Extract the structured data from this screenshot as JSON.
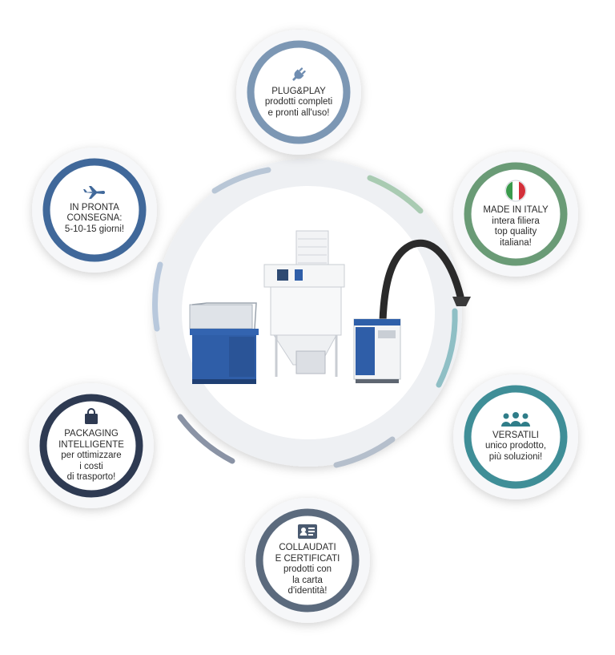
{
  "colors": {
    "plug": "#7c97b4",
    "italy": "#6a9b76",
    "versatile": "#3f8e97",
    "certified": "#5b6a7d",
    "packaging": "#2e3a52",
    "delivery": "#40689a"
  },
  "nodes": {
    "plug": {
      "text": "PLUG&PLAY\nprodotti completi\ne pronti all'uso!",
      "icon": "plug-icon"
    },
    "italy": {
      "text": "MADE IN ITALY\nintera filiera\ntop quality\nitaliana!",
      "icon": "italy-flag-icon"
    },
    "versatile": {
      "text": "VERSATILI\nunico prodotto,\npiù soluzioni!",
      "icon": "people-icon"
    },
    "certified": {
      "text": "COLLAUDATI\nE CERTIFICATI\nprodotti con\nla carta\nd'identità!",
      "icon": "id-card-icon"
    },
    "packaging": {
      "text": "PACKAGING\nINTELLIGENTE\nper ottimizzare\ni costi\ndi trasporto!",
      "icon": "shopping-bag-icon"
    },
    "delivery": {
      "text": "IN PRONTA\nCONSEGNA:\n5-10-15 giorni!",
      "icon": "airplane-icon"
    }
  }
}
